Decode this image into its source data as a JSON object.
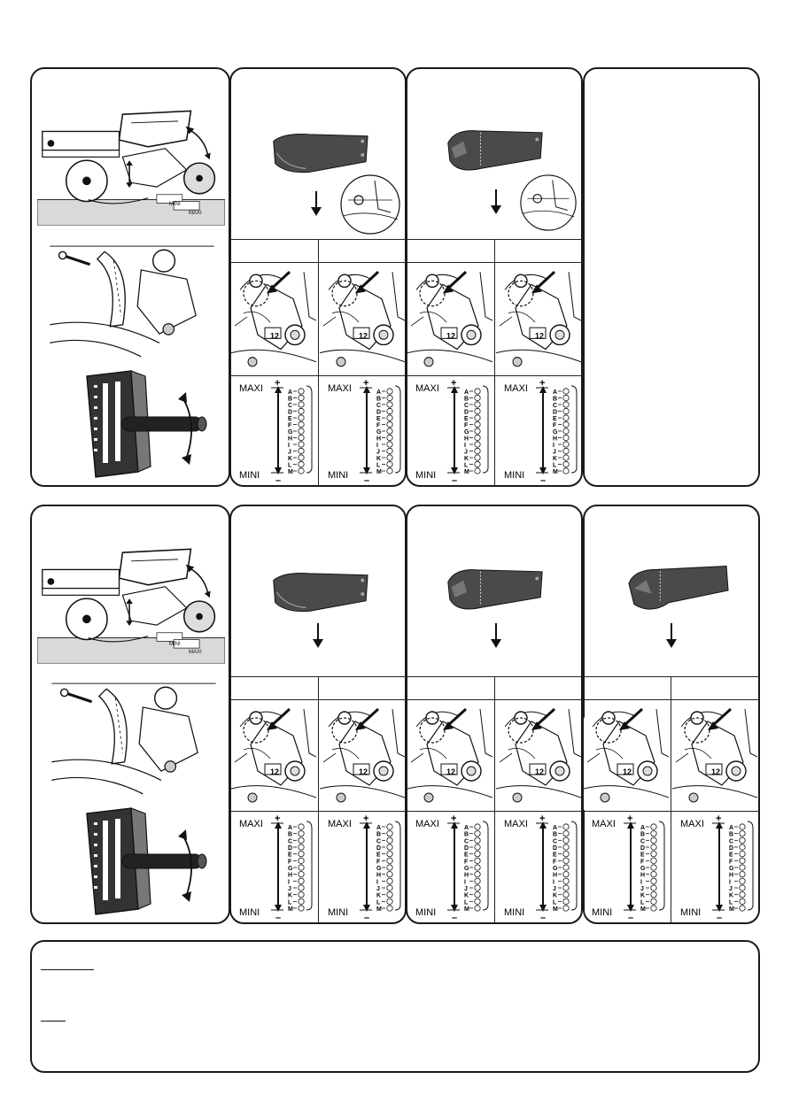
{
  "colors": {
    "ink": "#1a1a1a",
    "shoe": "#4a4a4a",
    "ground": "#d9d9d9",
    "paper": "#ffffff"
  },
  "icons": [
    "down-arrow-icon",
    "double-arrow-icon",
    "dashed-circle-icon",
    "pointer-arrow-icon"
  ],
  "top_overview": {
    "mini_label": "MINI",
    "maxi_label": "MAXI"
  },
  "mid_overview": {
    "mini_label": "MINI",
    "maxi_label": "MAXI"
  },
  "scale": {
    "maxi": "MAXI",
    "mini": "MINI",
    "plus": "+",
    "minus": "–",
    "letters": [
      "A",
      "B",
      "C",
      "D",
      "E",
      "F",
      "G",
      "H",
      "I",
      "J",
      "K",
      "L",
      "M"
    ]
  },
  "notch_label": "12",
  "top_settings": [
    {
      "scale_level": 0.0
    },
    {
      "scale_level": 0.0
    },
    {
      "scale_level": 0.0
    },
    {
      "scale_level": 0.0
    }
  ],
  "mid_settings": [
    {
      "scale_level": 0.0
    },
    {
      "scale_level": 0.0
    },
    {
      "scale_level": 0.0
    },
    {
      "scale_level": 0.0
    },
    {
      "scale_level": 0.0
    },
    {
      "scale_level": 0.0
    }
  ],
  "notes": {
    "heading_1": "",
    "heading_2": ""
  }
}
